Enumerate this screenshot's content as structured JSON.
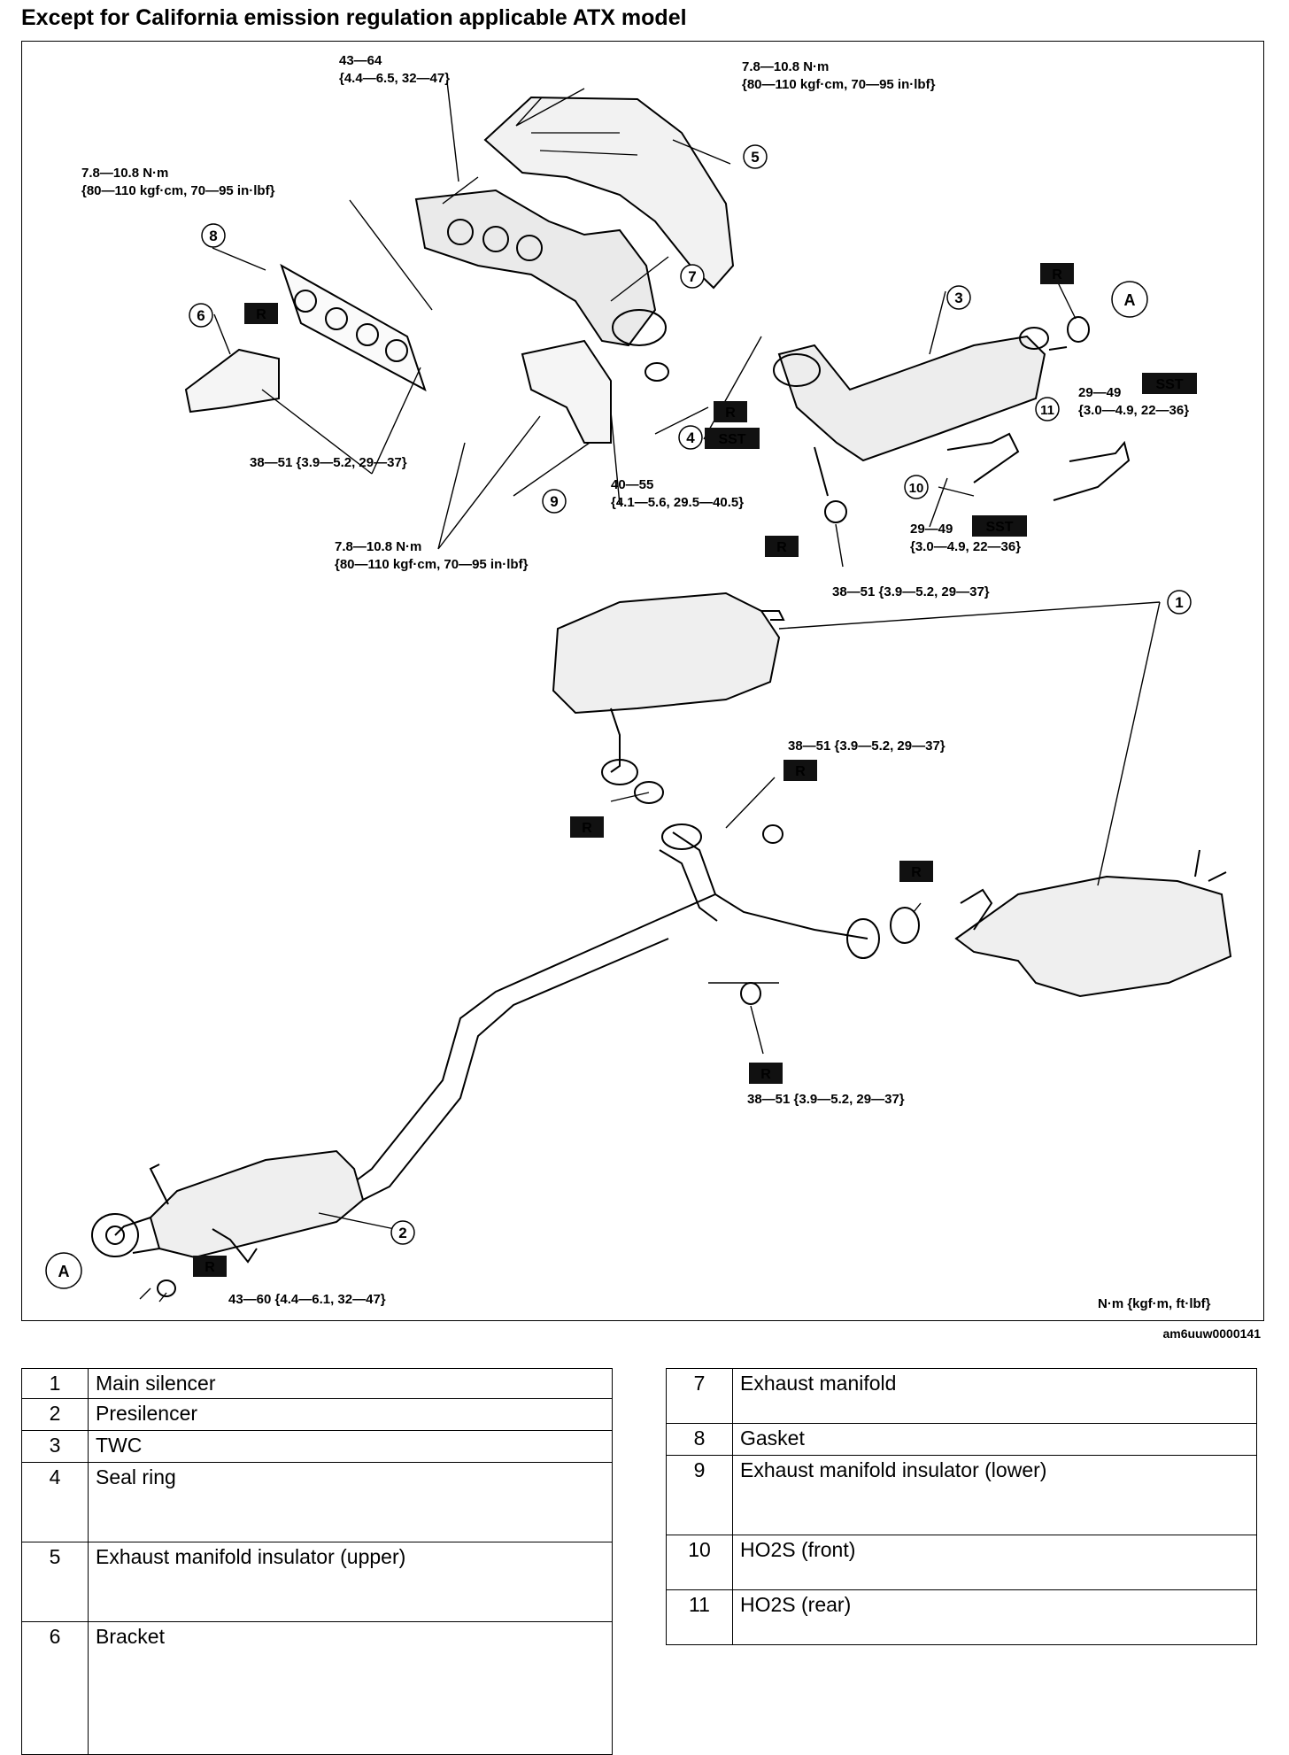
{
  "title": "Except for California emission regulation applicable ATX model",
  "doc_id": "am6uuw0000141",
  "units_label": "N·m {kgf·m, ft·lbf}",
  "badges": {
    "replace": "R",
    "special_tool": "SST"
  },
  "callout_A": "A",
  "callouts": [
    "1",
    "2",
    "3",
    "4",
    "5",
    "6",
    "7",
    "8",
    "9",
    "10",
    "11"
  ],
  "torque": {
    "t1_l1": "43—64",
    "t1_l2": "{4.4—6.5, 32—47}",
    "t2_l1": "7.8—10.8 N·m",
    "t2_l2": "{80—110 kgf·cm, 70—95 in·lbf}",
    "t3_l1": "7.8—10.8 N·m",
    "t3_l2": "{80—110 kgf·cm, 70—95 in·lbf}",
    "t4": "38—51 {3.9—5.2, 29—37}",
    "t5_l1": "7.8—10.8 N·m",
    "t5_l2": "{80—110 kgf·cm, 70—95 in·lbf}",
    "t6_l1": "40—55",
    "t6_l2": "{4.1—5.6, 29.5—40.5}",
    "t7_l1": "29—49",
    "t7_l2": "{3.0—4.9, 22—36}",
    "t8_l1": "29—49",
    "t8_l2": "{3.0—4.9, 22—36}",
    "t9": "38—51 {3.9—5.2, 29—37}",
    "t10": "38—51 {3.9—5.2, 29—37}",
    "t11": "38—51 {3.9—5.2, 29—37}",
    "t12": "43—60 {4.4—6.1, 32—47}"
  },
  "parts_left": [
    {
      "num": "1",
      "name": "Main silencer"
    },
    {
      "num": "2",
      "name": "Presilencer"
    },
    {
      "num": "3",
      "name": "TWC"
    },
    {
      "num": "4",
      "name": "Seal ring"
    },
    {
      "num": "5",
      "name": "Exhaust manifold insulator (upper)"
    },
    {
      "num": "6",
      "name": "Bracket"
    }
  ],
  "parts_right": [
    {
      "num": "7",
      "name": "Exhaust manifold"
    },
    {
      "num": "8",
      "name": "Gasket"
    },
    {
      "num": "9",
      "name": "Exhaust manifold insulator (lower)"
    },
    {
      "num": "10",
      "name": "HO2S (front)"
    },
    {
      "num": "11",
      "name": "HO2S (rear)"
    }
  ]
}
